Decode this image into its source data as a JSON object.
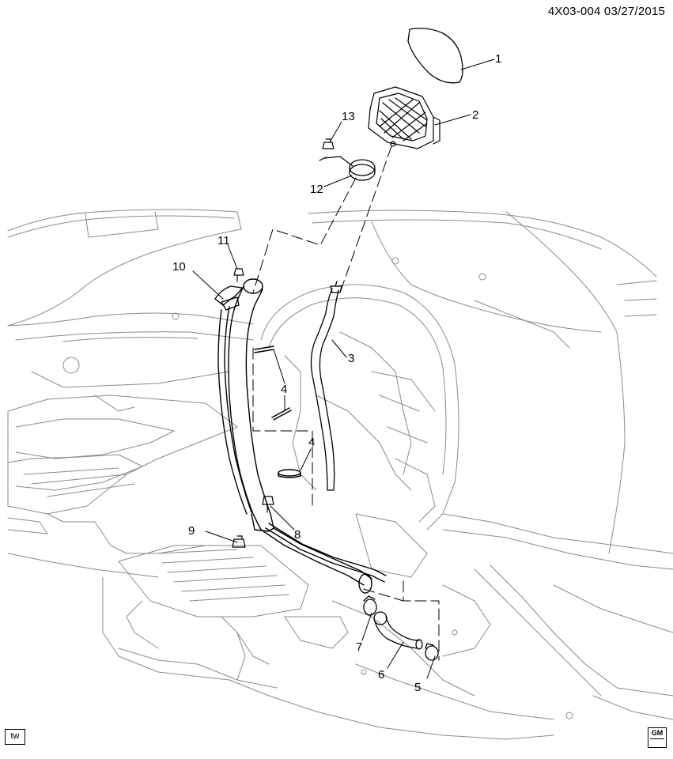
{
  "header": {
    "diagram_code": "4X03-004",
    "date": "03/27/2015"
  },
  "footer": {
    "tw_label": "tw",
    "brand": "GM"
  },
  "callouts": [
    "1",
    "2",
    "3",
    "4",
    "4",
    "5",
    "6",
    "7",
    "8",
    "9",
    "10",
    "11",
    "12",
    "13"
  ]
}
